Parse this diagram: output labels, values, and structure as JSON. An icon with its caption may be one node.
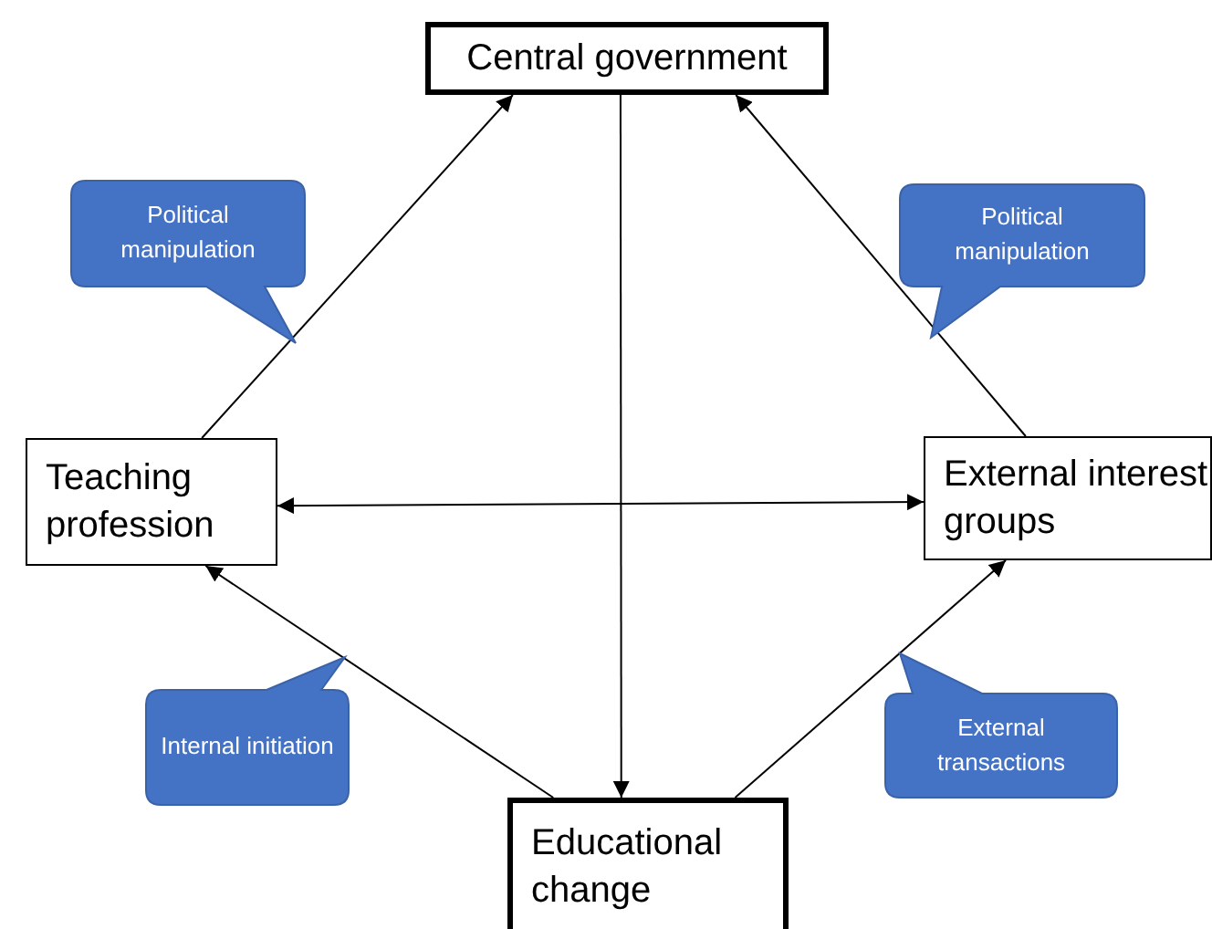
{
  "diagram": {
    "nodes": [
      {
        "text": [
          "Central government"
        ]
      },
      {
        "text": [
          "Teaching profession"
        ]
      },
      {
        "text": [
          "External interest groups"
        ]
      },
      {
        "text": [
          "Educational change"
        ]
      },
      {
        "text": [
          "Political manipulation"
        ]
      },
      {
        "text": [
          "Political manipulation"
        ]
      },
      {
        "text": [
          "Internal initiation"
        ]
      },
      {
        "text": [
          "External transactions"
        ]
      }
    ],
    "edges": [
      {
        "from": 1,
        "to": 0,
        "arrow": "to"
      },
      {
        "from": 2,
        "to": 0,
        "arrow": "to"
      },
      {
        "from": 0,
        "to": 3,
        "arrow": "to"
      },
      {
        "from": 1,
        "to": 2,
        "arrow": "both"
      },
      {
        "from": 3,
        "to": 1,
        "arrow": "to"
      },
      {
        "from": 3,
        "to": 2,
        "arrow": "to"
      }
    ]
  }
}
